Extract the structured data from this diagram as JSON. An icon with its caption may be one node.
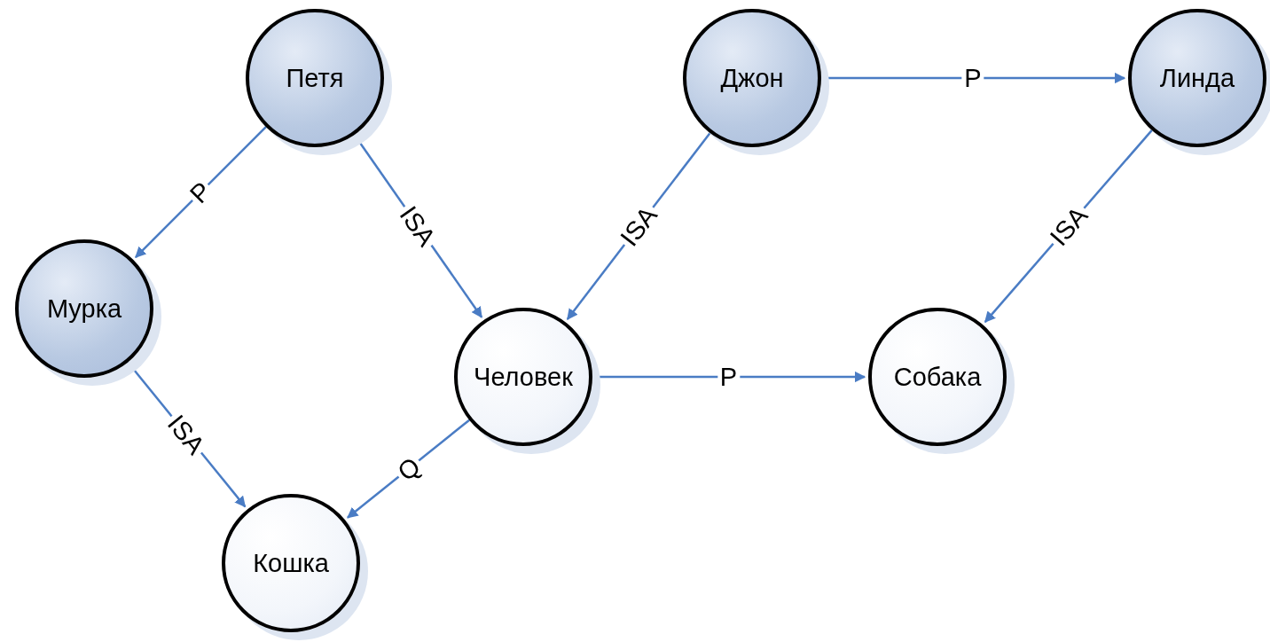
{
  "diagram": {
    "nodes": [
      {
        "text": [
          "Петя"
        ]
      },
      {
        "text": [
          "Джон"
        ]
      },
      {
        "text": [
          "Линда"
        ]
      },
      {
        "text": [
          "Мурка"
        ]
      },
      {
        "text": [
          "Человек"
        ]
      },
      {
        "text": [
          "Собака"
        ]
      },
      {
        "text": [
          "Кошка"
        ]
      }
    ],
    "edges": [
      {
        "from": 0,
        "to": 3,
        "arrow": "to",
        "label": "P"
      },
      {
        "from": 0,
        "to": 4,
        "arrow": "to",
        "label": "ISA"
      },
      {
        "from": 1,
        "to": 2,
        "arrow": "to",
        "label": "P"
      },
      {
        "from": 1,
        "to": 4,
        "arrow": "to",
        "label": "ISA"
      },
      {
        "from": 2,
        "to": 5,
        "arrow": "to",
        "label": "ISA"
      },
      {
        "from": 3,
        "to": 6,
        "arrow": "to",
        "label": "ISA"
      },
      {
        "from": 4,
        "to": 5,
        "arrow": "to",
        "label": "P"
      },
      {
        "from": 4,
        "to": 6,
        "arrow": "to",
        "label": "Q"
      }
    ]
  }
}
